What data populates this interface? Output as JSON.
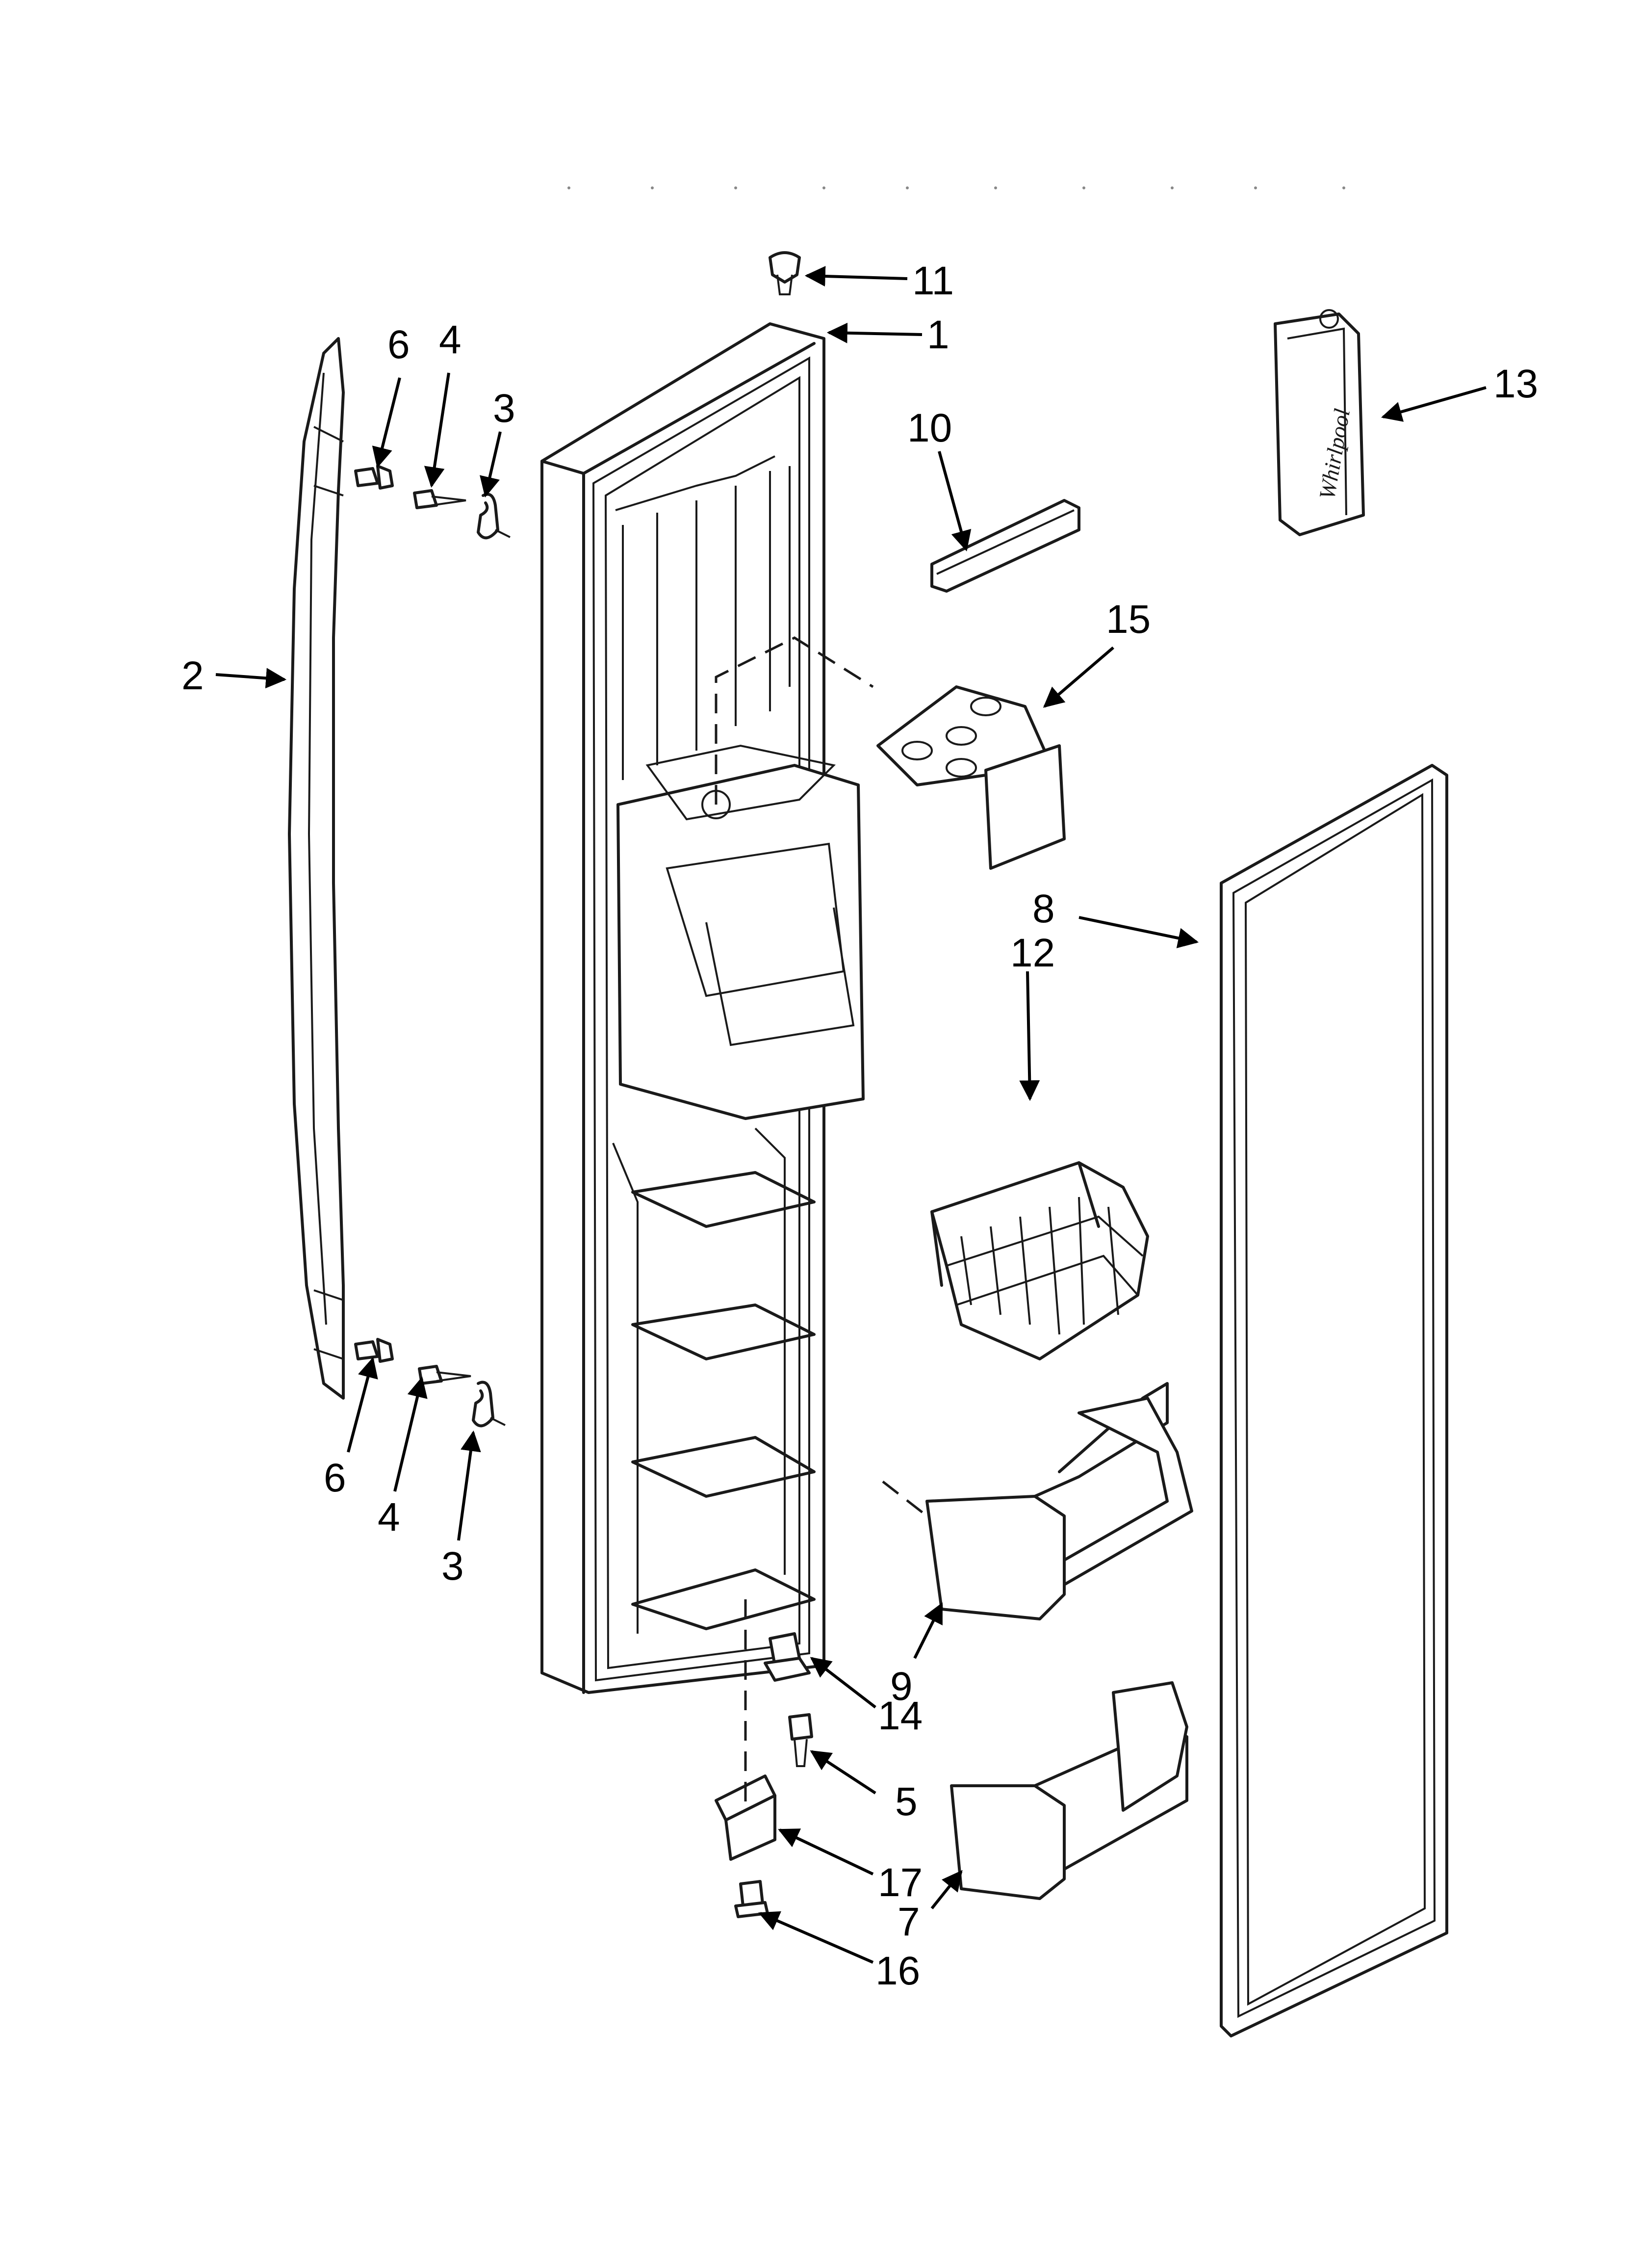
{
  "callouts": [
    {
      "id": "p11",
      "text": "11"
    },
    {
      "id": "p1",
      "text": "1"
    },
    {
      "id": "p10",
      "text": "10"
    },
    {
      "id": "p13",
      "text": "13"
    },
    {
      "id": "p6a",
      "text": "6"
    },
    {
      "id": "p4a",
      "text": "4"
    },
    {
      "id": "p3a",
      "text": "3"
    },
    {
      "id": "p2",
      "text": "2"
    },
    {
      "id": "p15",
      "text": "15"
    },
    {
      "id": "p8",
      "text": "8"
    },
    {
      "id": "p12",
      "text": "12"
    },
    {
      "id": "p6b",
      "text": "6"
    },
    {
      "id": "p4b",
      "text": "4"
    },
    {
      "id": "p3b",
      "text": "3"
    },
    {
      "id": "p9",
      "text": "9"
    },
    {
      "id": "p14",
      "text": "14"
    },
    {
      "id": "p5",
      "text": "5"
    },
    {
      "id": "p17",
      "text": "17"
    },
    {
      "id": "p7",
      "text": "7"
    },
    {
      "id": "p16",
      "text": "16"
    }
  ],
  "logo": {
    "text": "Whirlpool"
  }
}
